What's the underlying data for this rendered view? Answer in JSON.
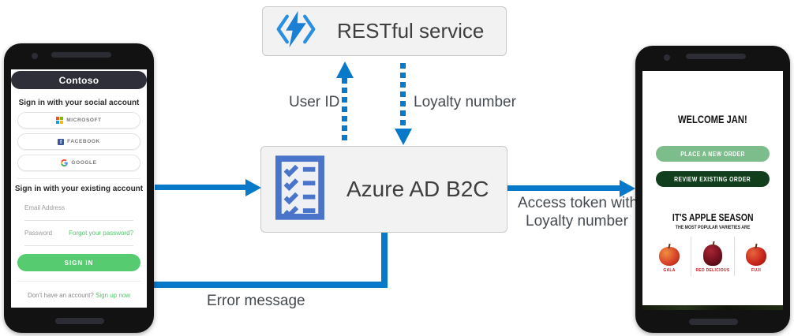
{
  "diagram": {
    "restful": {
      "label": "RESTful service"
    },
    "b2c": {
      "label": "Azure AD B2C"
    },
    "labels": {
      "user_id": "User ID",
      "loyalty_number": "Loyalty number",
      "access_token_line1": "Access token with",
      "access_token_line2": "Loyalty number",
      "error_message": "Error message"
    },
    "colors": {
      "arrow_blue": "#0878c8",
      "box_background": "#f2f2f2",
      "box_border": "#c9c9c9",
      "b2c_icon_blue": "#4a74c9",
      "bolt_blue": "#1b7fd4"
    }
  },
  "left_phone": {
    "header": "Contoso",
    "social_heading": "Sign in with your social account",
    "social_buttons": [
      {
        "label": "MICROSOFT"
      },
      {
        "label": "FACEBOOK"
      },
      {
        "label": "GOOGLE"
      }
    ],
    "existing_heading": "Sign in with your existing account",
    "email_label": "Email Address",
    "password_label": "Password",
    "forgot_link": "Forgot your password?",
    "signin_button": "SIGN IN",
    "no_account_text": "Don't have an account?",
    "signup_link": "Sign up now",
    "colors": {
      "header_dark": "#2f2f3a",
      "green": "#57cb70"
    }
  },
  "right_phone": {
    "welcome": "WELCOME JAN!",
    "order_buttons": [
      {
        "label": "PLACE A NEW ORDER"
      },
      {
        "label": "REVIEW EXISTING  ORDER"
      }
    ],
    "season_title": "IT'S APPLE SEASON",
    "season_subtitle": "THE MOST POPULAR VARIETIES ARE",
    "apples": [
      {
        "name": "GALA"
      },
      {
        "name": "RED DELICIOUS"
      },
      {
        "name": "FUJI"
      }
    ],
    "colors": {
      "light_green": "#7dbd8c",
      "dark_green": "#113f1d",
      "apple_label_red": "#c4161c"
    }
  }
}
